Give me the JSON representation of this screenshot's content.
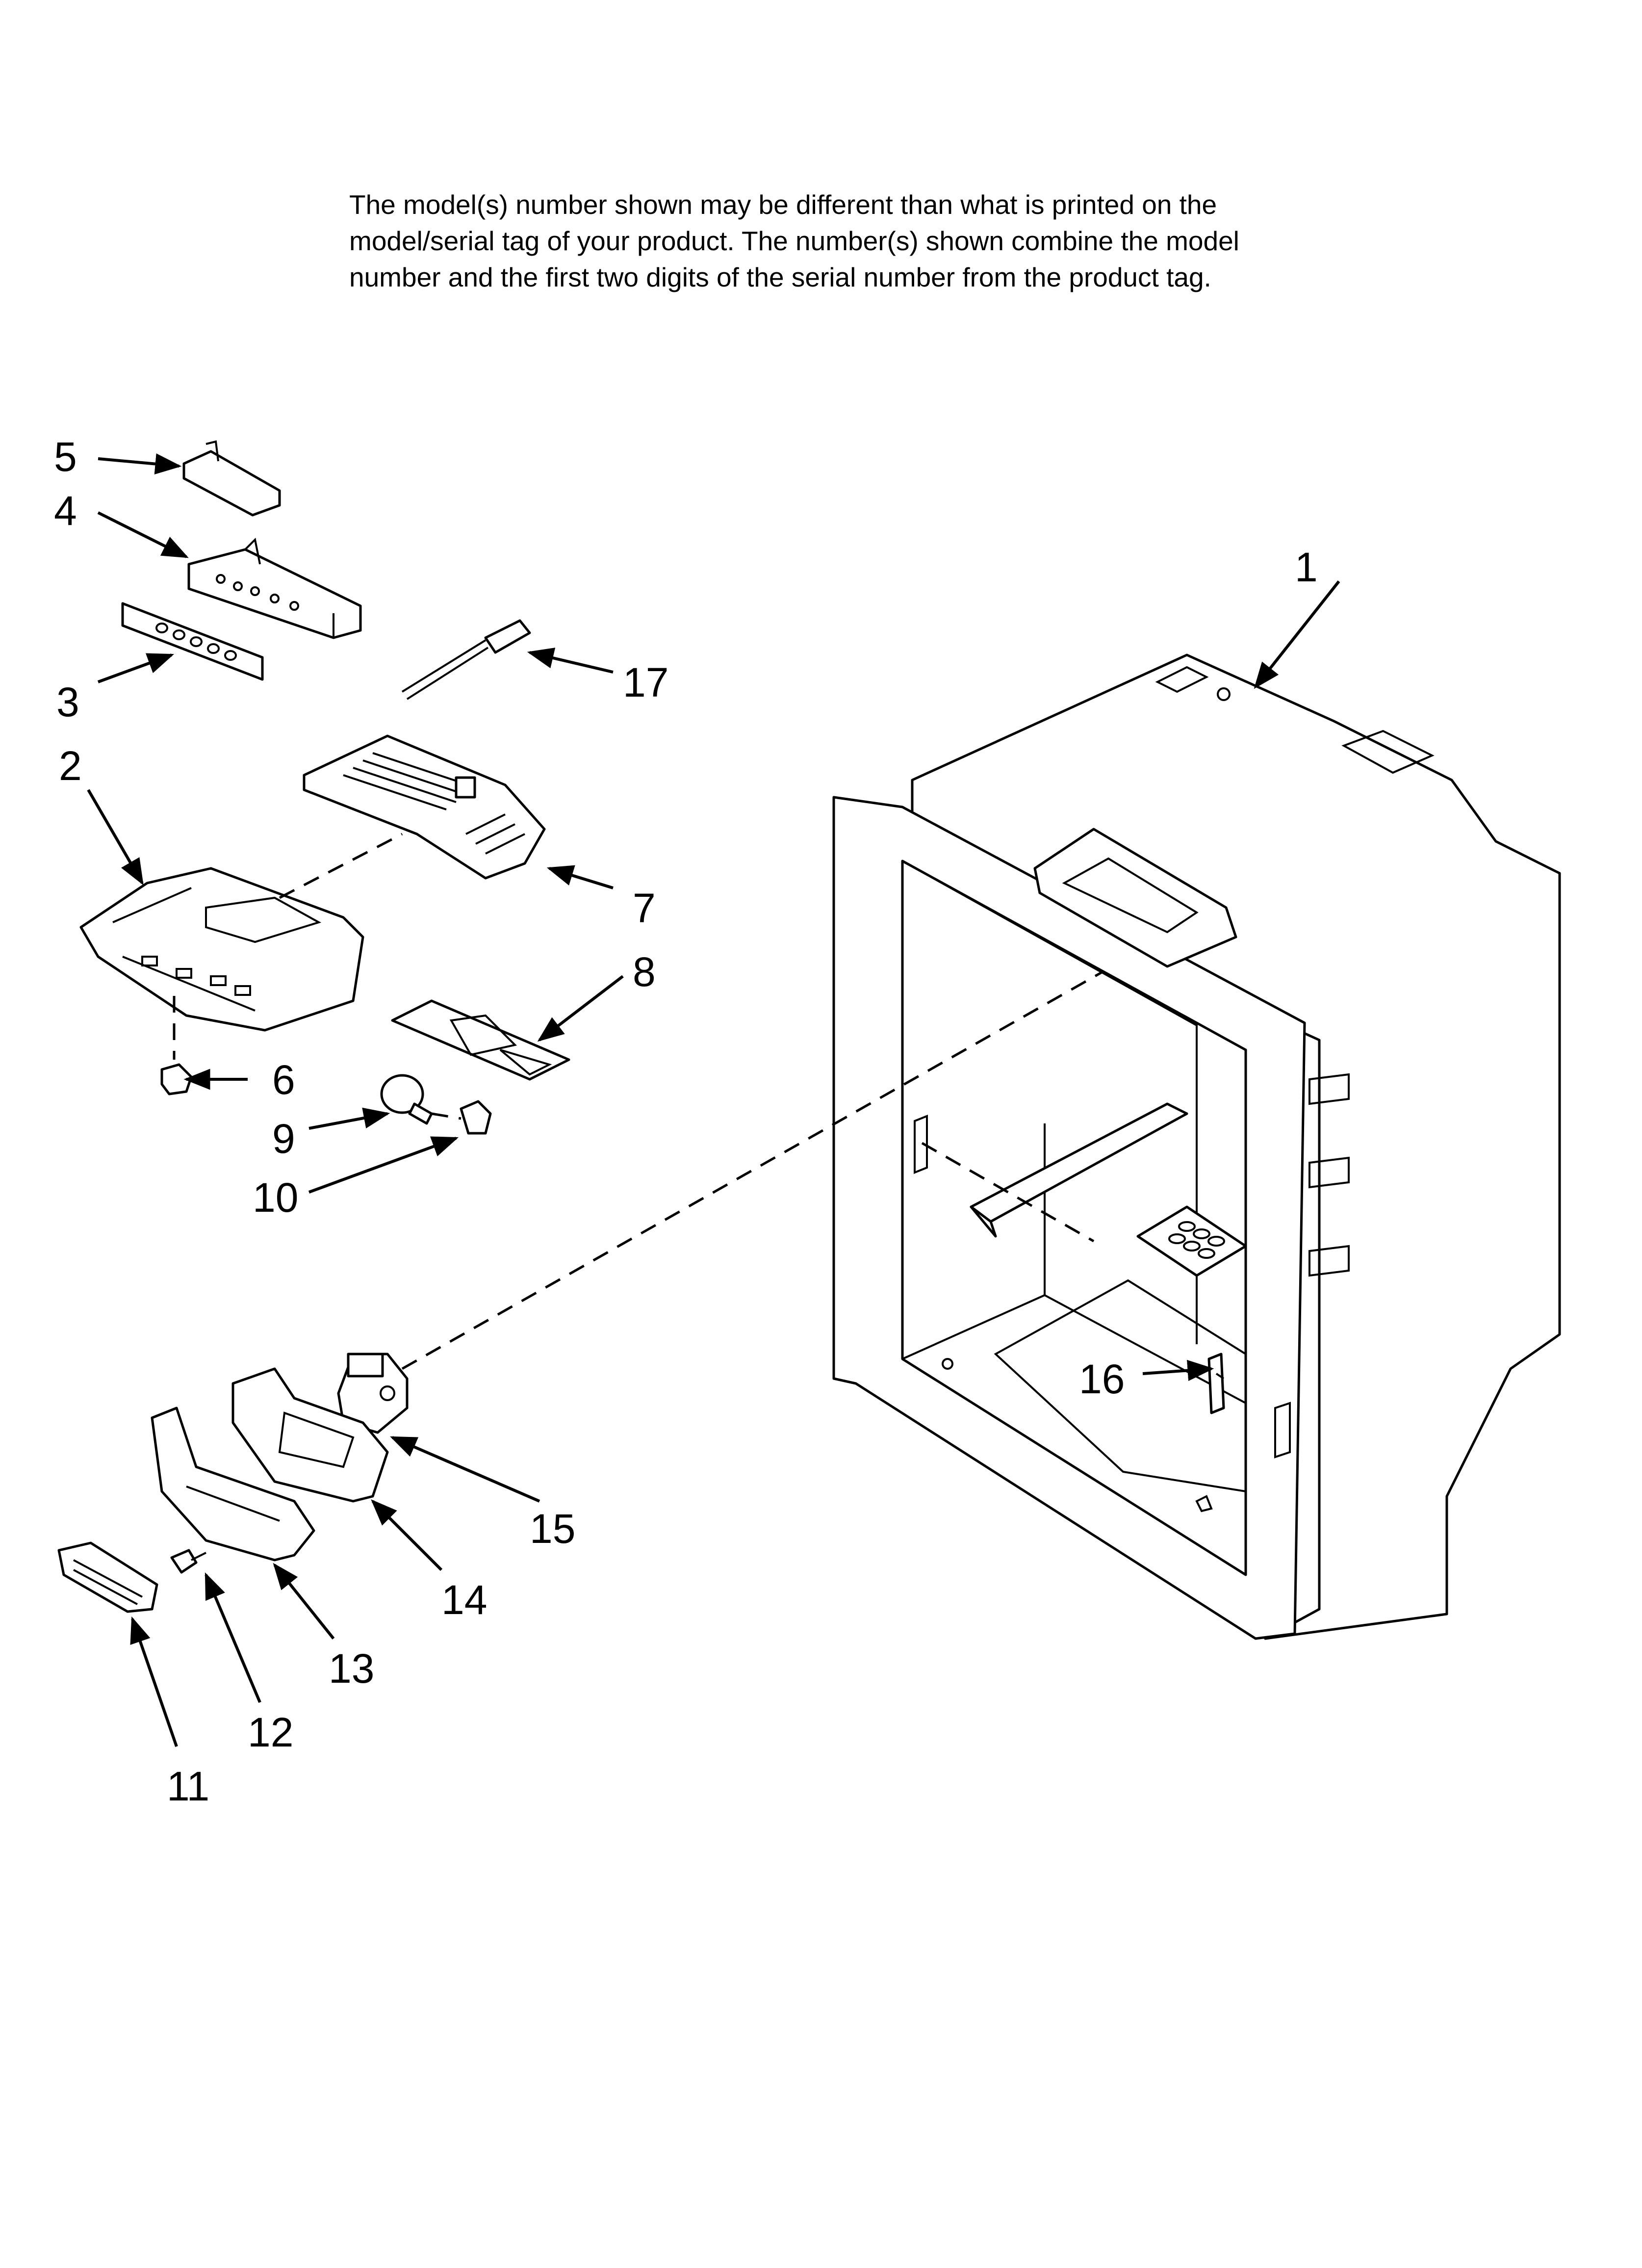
{
  "note": {
    "line1": "The model(s) number shown may be different than what is printed on the",
    "line2": "model/serial tag of your product. The number(s) shown combine the model",
    "line3": "number and the first two digits of the serial number from the product tag."
  },
  "callouts": [
    "1",
    "2",
    "3",
    "4",
    "5",
    "6",
    "7",
    "8",
    "9",
    "10",
    "11",
    "12",
    "13",
    "14",
    "15",
    "16",
    "17"
  ]
}
